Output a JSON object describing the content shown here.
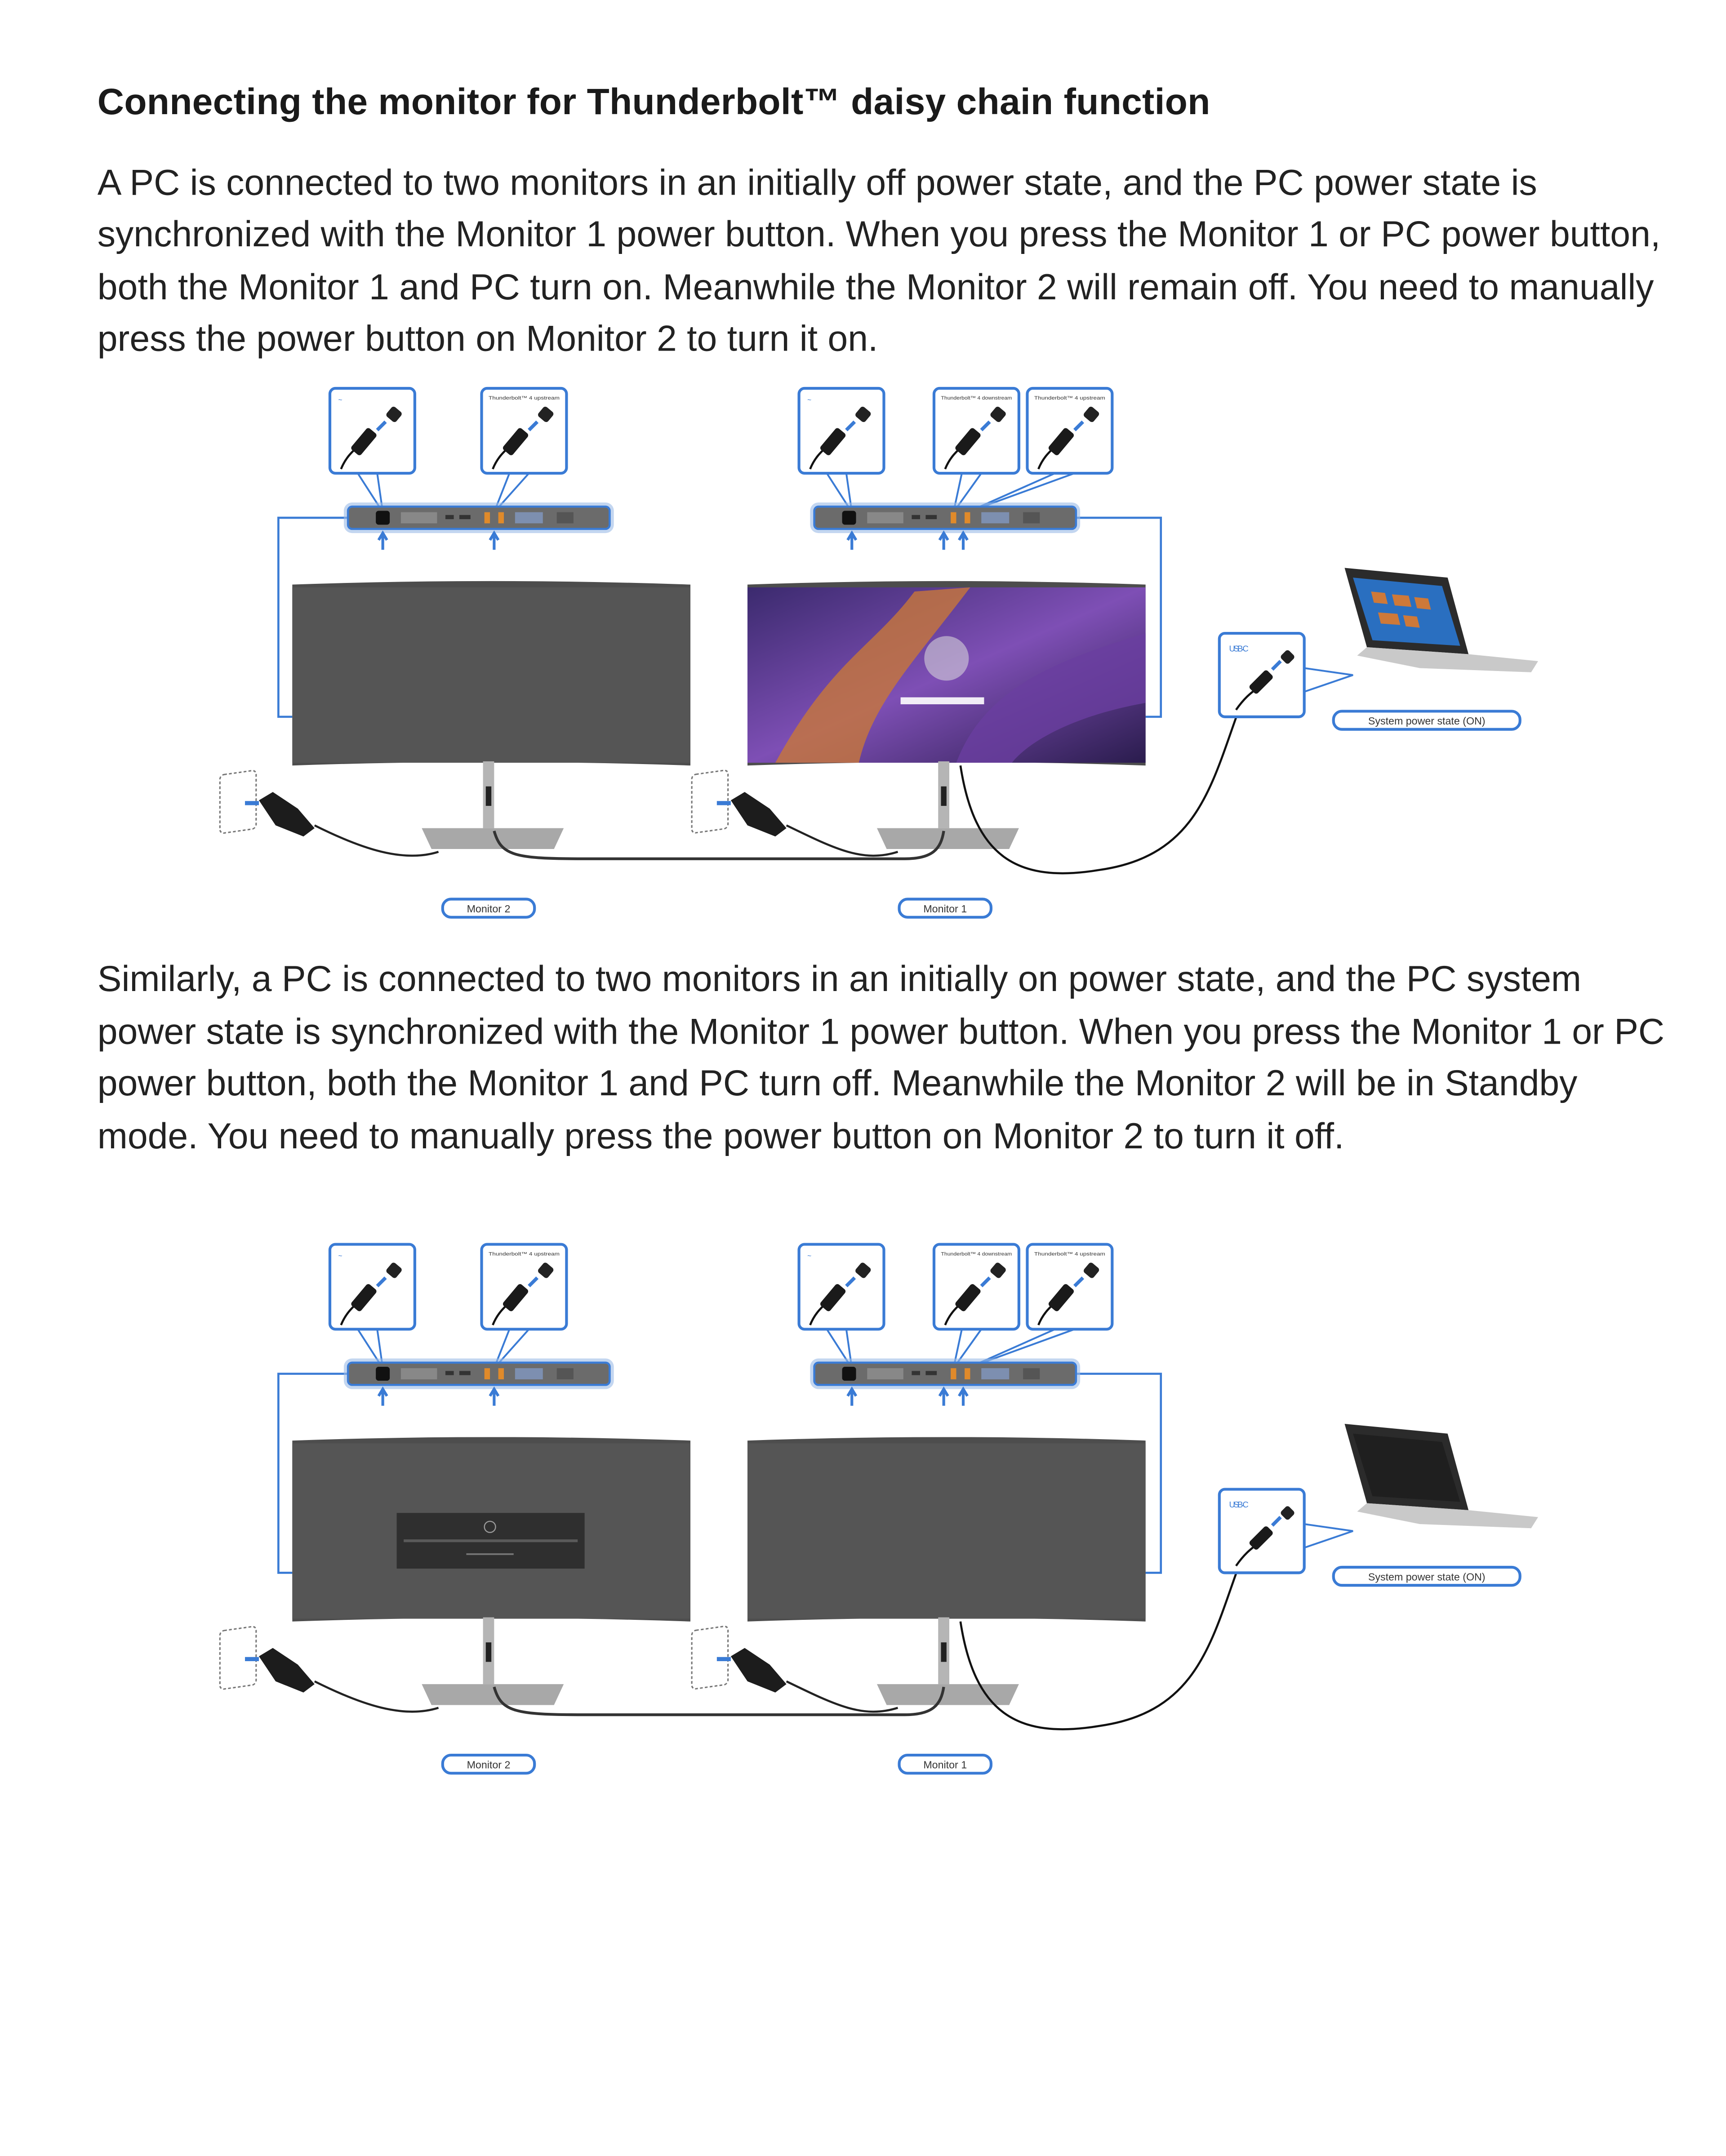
{
  "heading": "Connecting the monitor for Thunderbolt™ daisy chain function",
  "paragraph_1": "A PC is connected to two monitors in an initially off power state, and the PC power state is synchronized with the Monitor 1 power button. When you press the Monitor 1 or PC power button, both the Monitor 1 and PC turn on. Meanwhile the Monitor 2 will remain off. You need to manually press the power button on Monitor 2 to turn it on.",
  "paragraph_2": "Similarly, a PC is connected to two monitors in an initially on power state, and the PC system power state is synchronized with the Monitor 1 power button. When you press the Monitor 1 or PC power button, both the Monitor 1 and PC turn off. Meanwhile the Monitor 2 will be in Standby mode. You need to manually press the power button on Monitor 2 to turn it off.",
  "diagrams": [
    {
      "callout_power": "~",
      "callout_tb_upstream": "Thunderbolt™ 4 upstream",
      "callout_tb_downstream": "Thunderbolt™ 4 downstream",
      "callout_usb": "USB-C",
      "monitor_2_label": "Monitor 2",
      "monitor_1_label": "Monitor 1",
      "system_state_label": "System power state (ON)",
      "monitor_2_screen": "off",
      "monitor_1_screen": "on",
      "laptop_screen": "on"
    },
    {
      "callout_power": "~",
      "callout_tb_upstream": "Thunderbolt™ 4 upstream",
      "callout_tb_downstream": "Thunderbolt™ 4 downstream",
      "callout_usb": "USB-C",
      "monitor_2_label": "Monitor 2",
      "monitor_1_label": "Monitor 1",
      "system_state_label": "System power state (ON)",
      "monitor_2_screen": "standby",
      "monitor_1_screen": "off",
      "laptop_screen": "off"
    }
  ],
  "colors": {
    "accent_blue": "#3a7bd5",
    "screen_gray": "#555555",
    "port_orange": "#e08a2a"
  }
}
